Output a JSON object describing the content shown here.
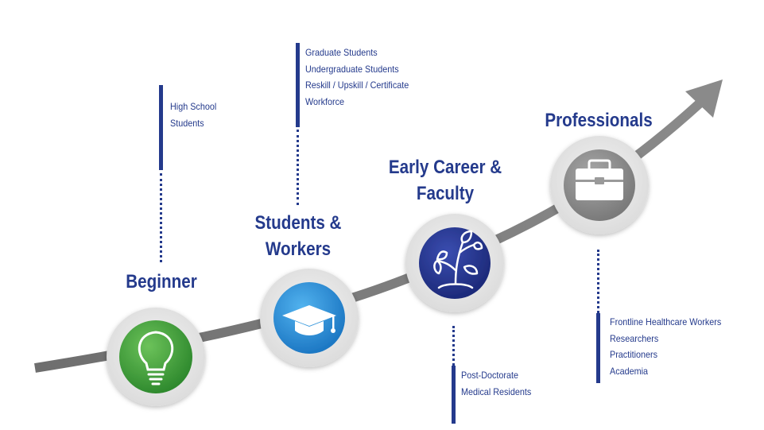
{
  "colors": {
    "accent": "#243a8c",
    "curve": "#767676",
    "ring": "#e8e8e8",
    "beginner": "#3f9e3a",
    "students": "#2b8fd6",
    "early_career": "#26358f",
    "professionals": "#8f8f8f"
  },
  "stages": {
    "beginner": {
      "title": [
        "Beginner"
      ],
      "icon": "lightbulb-icon",
      "items": [
        "High School",
        "Students"
      ]
    },
    "students": {
      "title": [
        "Students &",
        "Workers"
      ],
      "icon": "graduation-cap-icon",
      "items": [
        "Graduate Students",
        "Undergraduate Students",
        "Reskill / Upskill / Certificate",
        "Workforce"
      ]
    },
    "early_career": {
      "title": [
        "Early Career &",
        "Faculty"
      ],
      "icon": "sprout-icon",
      "items": [
        "Post-Doctorate",
        "Medical Residents"
      ]
    },
    "professionals": {
      "title": [
        "Professionals"
      ],
      "icon": "briefcase-icon",
      "items": [
        "Frontline Healthcare Workers",
        "Researchers",
        "Practitioners",
        "Academia"
      ]
    }
  }
}
